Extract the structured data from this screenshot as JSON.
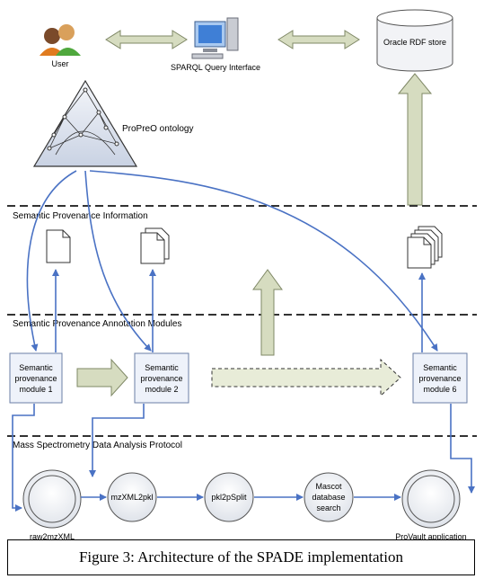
{
  "top": {
    "user_label": "User",
    "sparql_label": "SPARQL Query Interface",
    "rdf_store_label": "Oracle RDF store",
    "ontology_label": "ProPreO ontology"
  },
  "layers": {
    "provenance_info": "Semantic Provenance Information",
    "annotation_modules": "Semantic Provenance Annotation Modules",
    "protocol": "Mass Spectrometry Data Analysis Protocol"
  },
  "modules": [
    {
      "line1": "Semantic",
      "line2": "provenance",
      "line3": "module 1"
    },
    {
      "line1": "Semantic",
      "line2": "provenance",
      "line3": "module 2"
    },
    {
      "line1": "Semantic",
      "line2": "provenance",
      "line3": "module 6"
    }
  ],
  "steps": [
    {
      "label": "raw2mzXML"
    },
    {
      "label": "mzXML2pkl"
    },
    {
      "label": "pkl2pSplit"
    },
    {
      "line1": "Mascot",
      "line2": "database",
      "line3": "search"
    },
    {
      "label": "ProVault application"
    }
  ],
  "caption": "Figure 3: Architecture of the SPADE implementation",
  "colors": {
    "arrow_fill": "#d6dcc0",
    "arrow_stroke": "#7f8866",
    "connector": "#4a72c4",
    "box_fill": "#eef2fa",
    "box_stroke": "#6b7fa6",
    "dashed_line": "#333333"
  }
}
